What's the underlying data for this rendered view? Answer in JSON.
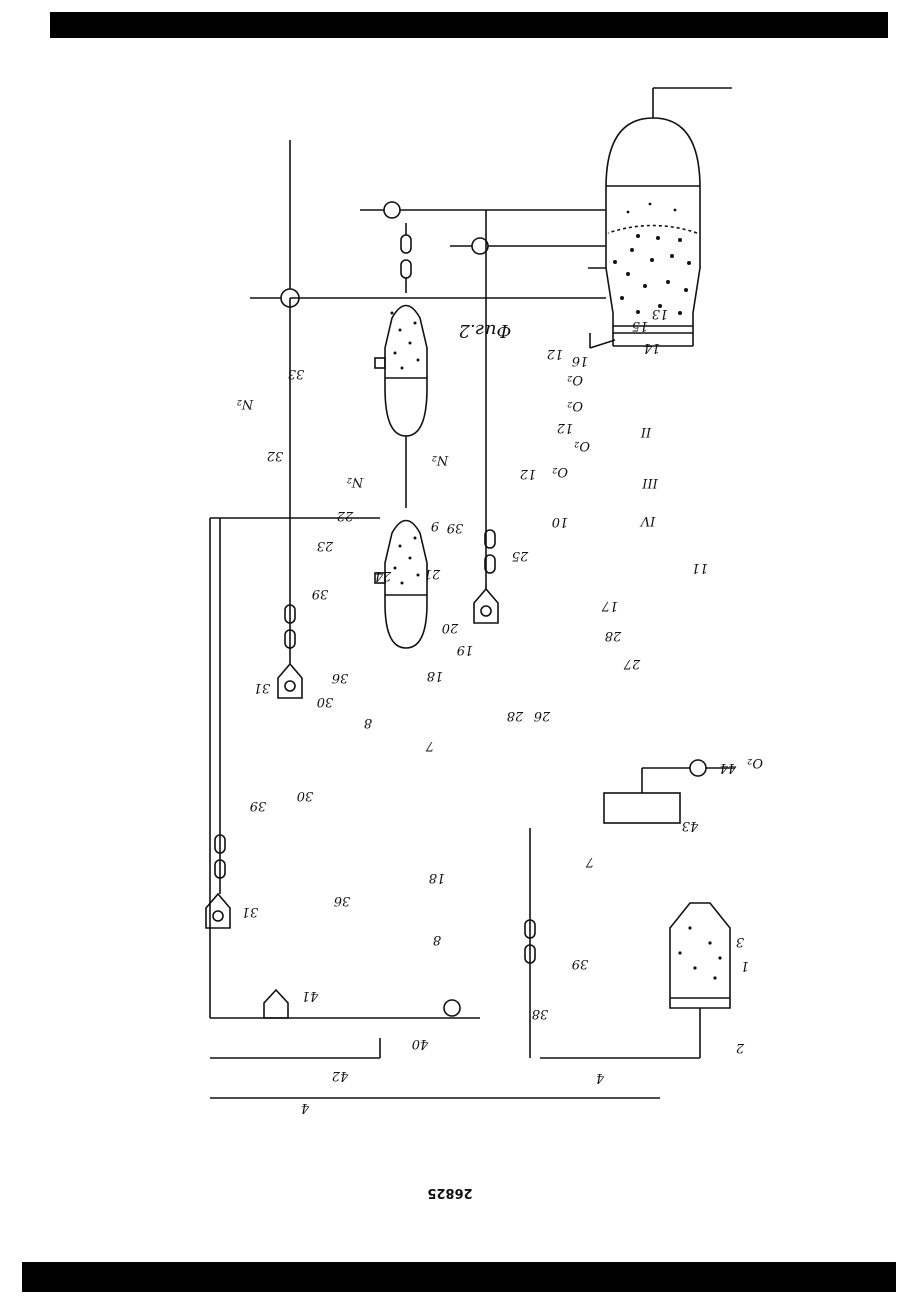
{
  "document": {
    "page_number": "26825",
    "figure_label": "Фиг.2"
  },
  "labels": {
    "n1": "1",
    "n2": "2",
    "n3": "3",
    "n4a": "4",
    "n4b": "4",
    "n7a": "7",
    "n7b": "7",
    "n8a": "8",
    "n8b": "8",
    "n9": "9",
    "n10": "10",
    "n11": "11",
    "n12a": "12",
    "n12b": "12",
    "n12c": "12",
    "n13": "13",
    "n14": "14",
    "n15": "15",
    "n16": "16",
    "n17": "17",
    "n18a": "18",
    "n18b": "18",
    "n19": "19",
    "n20": "20",
    "n21": "21",
    "n22": "22",
    "n23": "23",
    "n24": "24",
    "n25": "25",
    "n26": "26",
    "n27": "27",
    "n28a": "28",
    "n28b": "28",
    "n30a": "30",
    "n30b": "30",
    "n31a": "31",
    "n31b": "31",
    "n32": "32",
    "n33": "33",
    "n36a": "36",
    "n36b": "36",
    "n38": "38",
    "n39a": "39",
    "n39b": "39",
    "n39c": "39",
    "n39d": "39",
    "n40": "40",
    "n41": "41",
    "n42": "42",
    "n43": "43",
    "n44": "44",
    "o2a": "O₂",
    "o2b": "O₂",
    "o2c": "O₂",
    "o2d": "O₂",
    "o2e": "O₂",
    "n2a": "N₂",
    "n2b": "N₂",
    "n2c": "N₂",
    "zone4": "IV",
    "zone3": "III",
    "zone2": "II"
  }
}
